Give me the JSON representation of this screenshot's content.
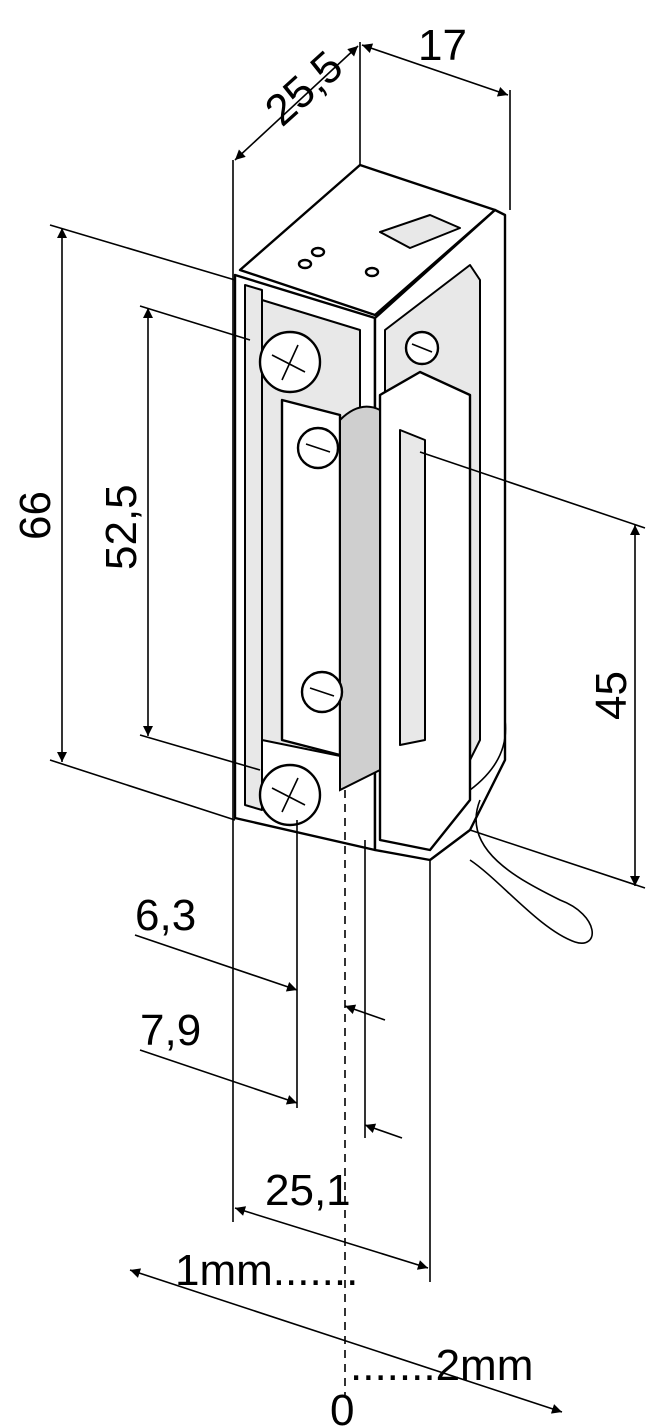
{
  "drawing": {
    "title": "Electric strike dimension drawing",
    "dimensions": {
      "depth": "25,5",
      "plate_width": "17",
      "total_height": "66",
      "screw_spacing": "52,5",
      "latch_height": "45",
      "offset_a": "6,3",
      "offset_b": "7,9",
      "body_width": "25,1"
    },
    "adjustment": {
      "left": "1mm.......",
      "right": ".......2mm",
      "zero": "0"
    }
  }
}
